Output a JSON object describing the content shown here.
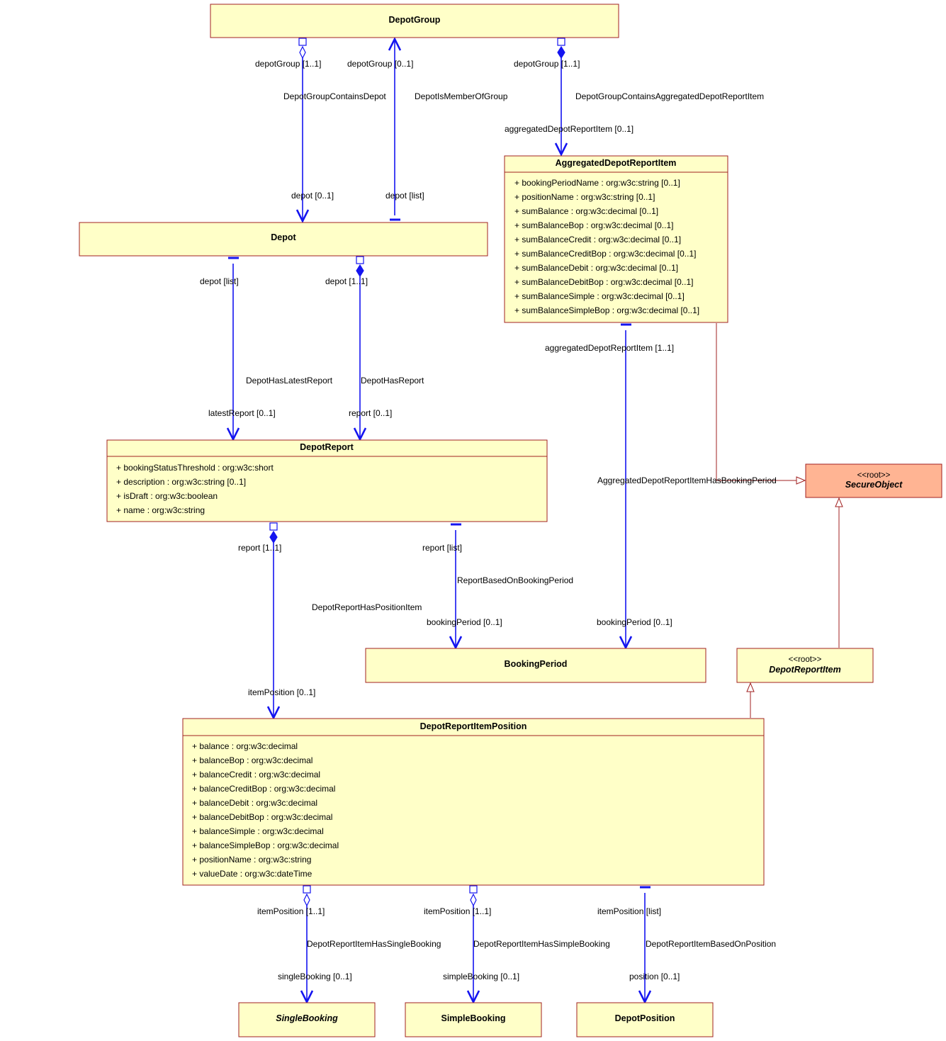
{
  "classes": {
    "depot_group": {
      "name": "DepotGroup"
    },
    "depot": {
      "name": "Depot"
    },
    "aggregated": {
      "name": "AggregatedDepotReportItem",
      "attributes": [
        "+ bookingPeriodName : org:w3c:string [0..1]",
        "+ positionName : org:w3c:string [0..1]",
        "+ sumBalance : org:w3c:decimal [0..1]",
        "+ sumBalanceBop : org:w3c:decimal [0..1]",
        "+ sumBalanceCredit : org:w3c:decimal [0..1]",
        "+ sumBalanceCreditBop : org:w3c:decimal [0..1]",
        "+ sumBalanceDebit : org:w3c:decimal [0..1]",
        "+ sumBalanceDebitBop : org:w3c:decimal [0..1]",
        "+ sumBalanceSimple : org:w3c:decimal [0..1]",
        "+ sumBalanceSimpleBop : org:w3c:decimal [0..1]"
      ]
    },
    "depot_report": {
      "name": "DepotReport",
      "attributes": [
        "+ bookingStatusThreshold : org:w3c:short",
        "+ description : org:w3c:string [0..1]",
        "+ isDraft : org:w3c:boolean",
        "+ name : org:w3c:string"
      ]
    },
    "secure_object": {
      "stereotype": "<<root>>",
      "name": "SecureObject"
    },
    "booking_period": {
      "name": "BookingPeriod"
    },
    "depot_report_item": {
      "stereotype": "<<root>>",
      "name": "DepotReportItem"
    },
    "item_position": {
      "name": "DepotReportItemPosition",
      "attributes": [
        "+ balance : org:w3c:decimal",
        "+ balanceBop : org:w3c:decimal",
        "+ balanceCredit : org:w3c:decimal",
        "+ balanceCreditBop : org:w3c:decimal",
        "+ balanceDebit : org:w3c:decimal",
        "+ balanceDebitBop : org:w3c:decimal",
        "+ balanceSimple : org:w3c:decimal",
        "+ balanceSimpleBop : org:w3c:decimal",
        "+ positionName : org:w3c:string",
        "+ valueDate : org:w3c:dateTime"
      ]
    },
    "single_booking": {
      "name": "SingleBooking"
    },
    "simple_booking": {
      "name": "SimpleBooking"
    },
    "depot_position": {
      "name": "DepotPosition"
    }
  },
  "associations": {
    "group_contains_depot": {
      "source_role": "depotGroup [1..1]",
      "name": "DepotGroupContainsDepot",
      "target_role": "depot [0..1]"
    },
    "depot_member_of_group": {
      "source_role": "depotGroup [0..1]",
      "name": "DepotIsMemberOfGroup",
      "target_role": "depot [list]"
    },
    "group_contains_aggregated": {
      "source_role": "depotGroup [1..1]",
      "name": "DepotGroupContainsAggregatedDepotReportItem",
      "target_role": "aggregatedDepotReportItem [0..1]"
    },
    "depot_latest_report": {
      "source_role": "depot [list]",
      "name": "DepotHasLatestReport",
      "target_role": "latestReport [0..1]"
    },
    "depot_has_report": {
      "source_role": "depot [1..1]",
      "name": "DepotHasReport",
      "target_role": "report [0..1]"
    },
    "aggregated_booking_period": {
      "source_role": "aggregatedDepotReportItem [1..1]",
      "name": "AggregatedDepotReportItemHasBookingPeriod",
      "target_role": "bookingPeriod [0..1]"
    },
    "report_has_position_item": {
      "source_role": "report [1..1]",
      "name": "DepotReportHasPositionItem",
      "target_role": "itemPosition [0..1]"
    },
    "report_booking_period": {
      "source_role": "report [list]",
      "name": "ReportBasedOnBookingPeriod",
      "target_role": "bookingPeriod [0..1]"
    },
    "item_single_booking": {
      "source_role": "itemPosition [1..1]",
      "name": "DepotReportItemHasSingleBooking",
      "target_role": "singleBooking [0..1]"
    },
    "item_simple_booking": {
      "source_role": "itemPosition [1..1]",
      "name": "DepotReportItemHasSimpleBooking",
      "target_role": "simpleBooking [0..1]"
    },
    "item_based_on_position": {
      "source_role": "itemPosition [list]",
      "name": "DepotReportItemBasedOnPosition",
      "target_role": "position [0..1]"
    }
  }
}
